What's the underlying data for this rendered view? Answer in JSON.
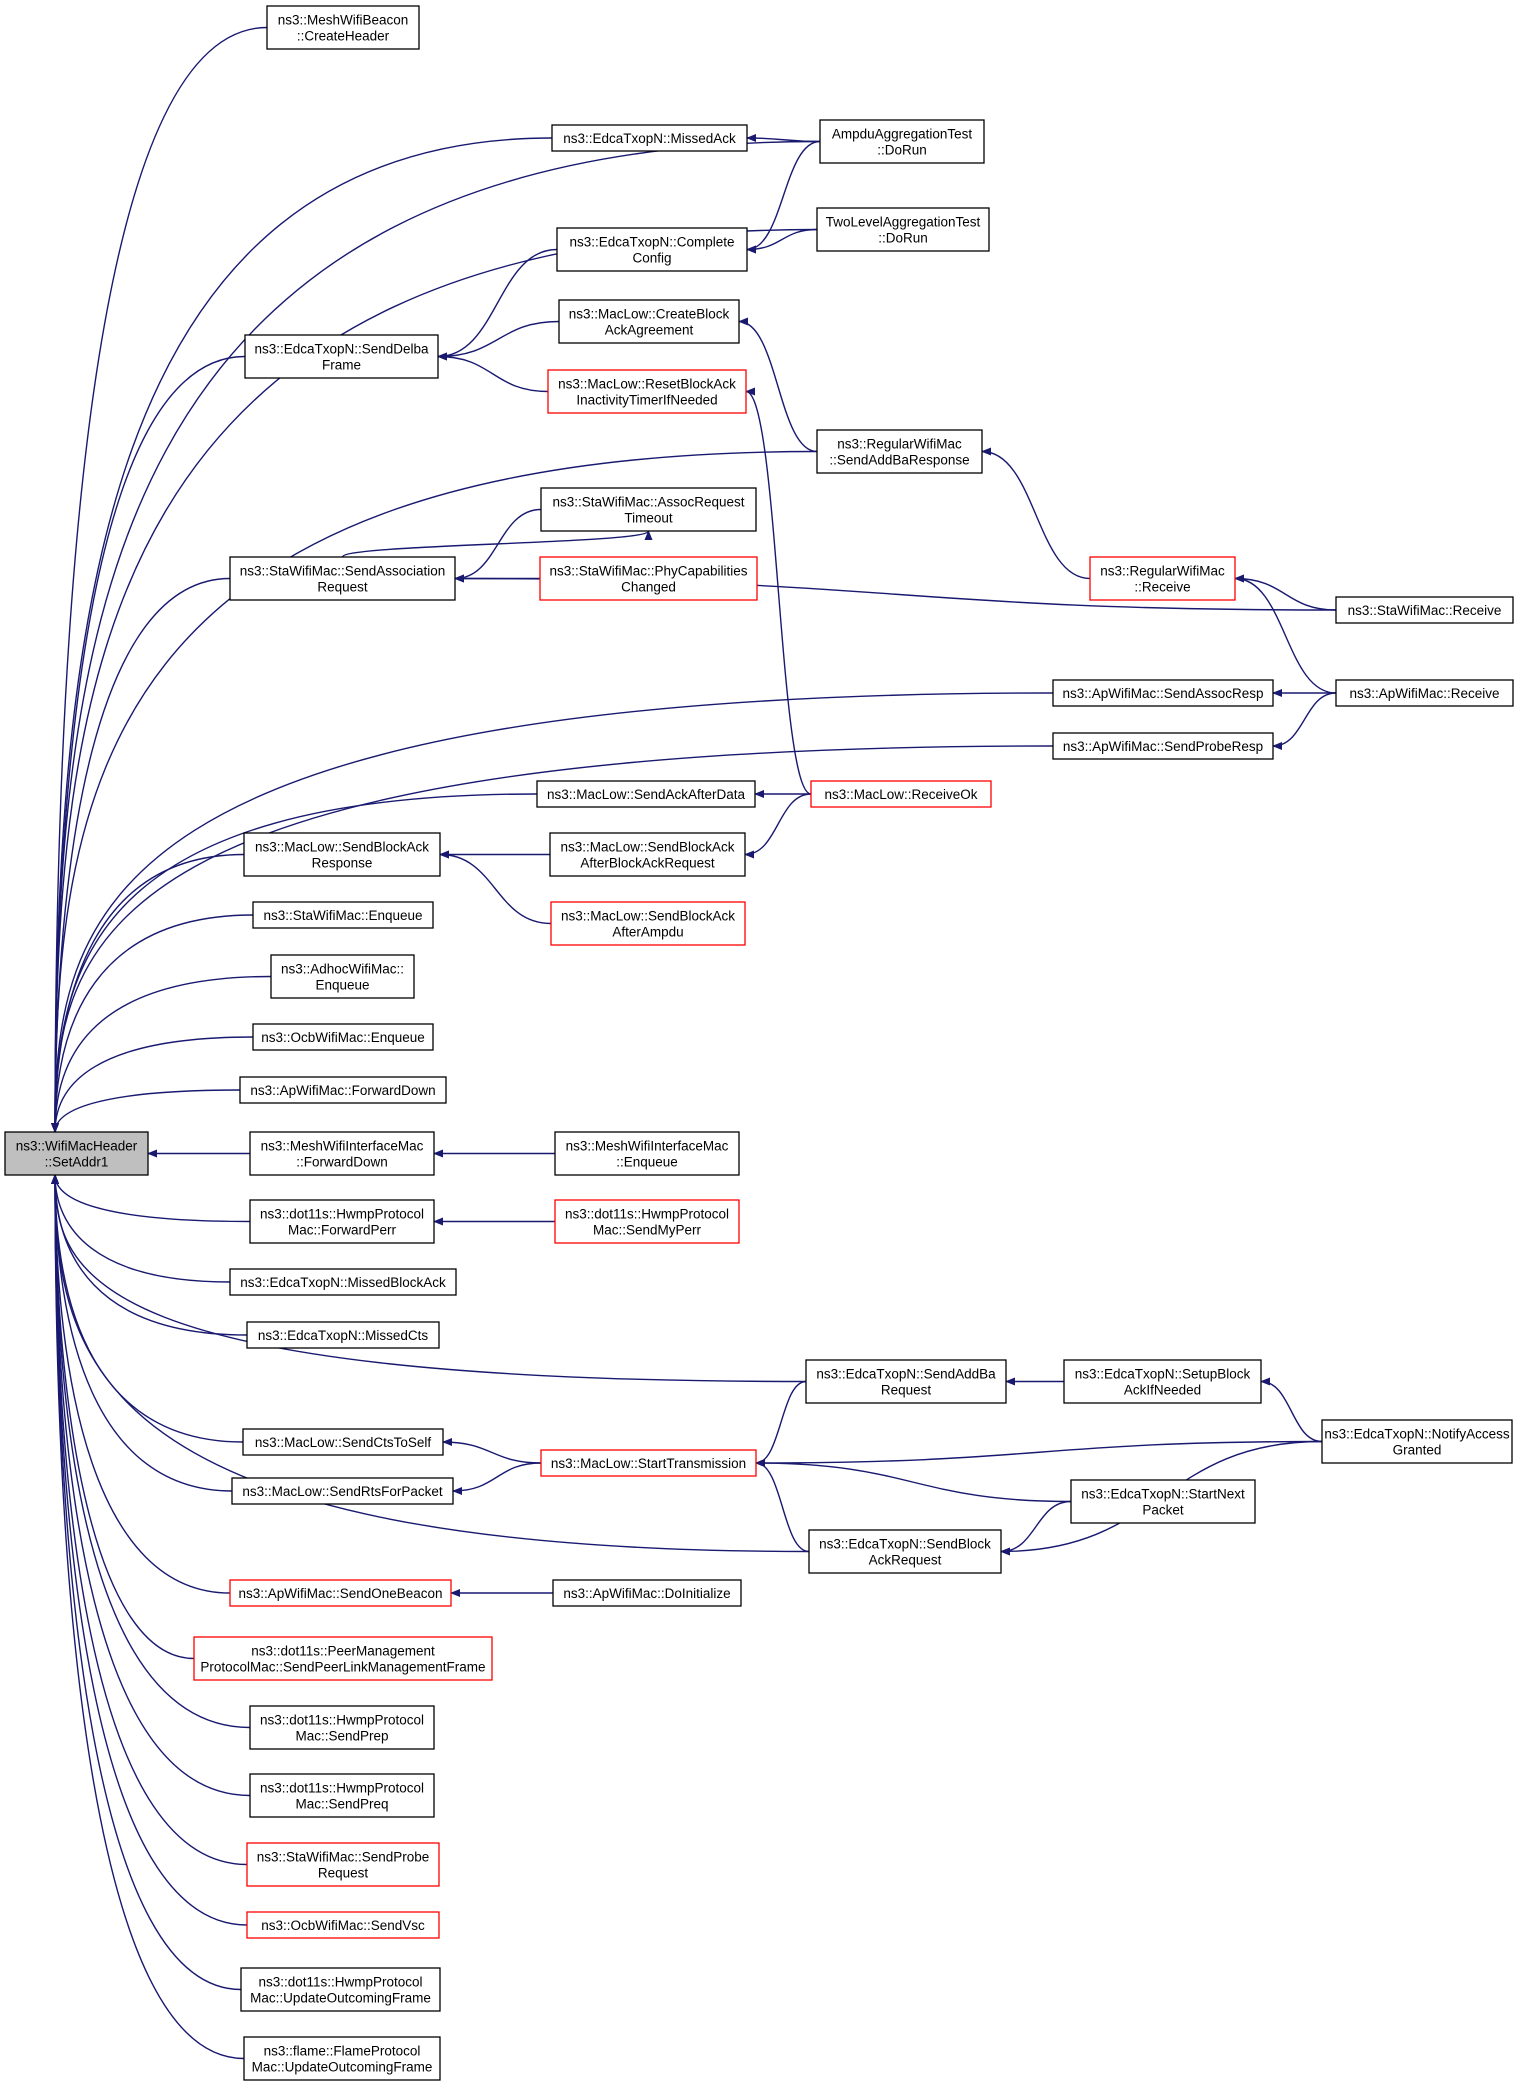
{
  "colors": {
    "edge": "#191970",
    "border_normal": "#000000",
    "border_truncated": "#ff0000",
    "fill_root": "#bfbfbf",
    "fill_normal": "#ffffff"
  },
  "nodes": [
    {
      "id": "root",
      "lines": [
        "ns3::WifiMacHeader",
        "::SetAddr1"
      ],
      "style": "root"
    },
    {
      "id": "n1",
      "lines": [
        "ns3::MeshWifiBeacon",
        "::CreateHeader"
      ],
      "style": "normal"
    },
    {
      "id": "n2",
      "lines": [
        "ns3::EdcaTxopN::MissedAck"
      ],
      "style": "normal"
    },
    {
      "id": "n3",
      "lines": [
        "AmpduAggregationTest",
        "::DoRun"
      ],
      "style": "normal"
    },
    {
      "id": "n4",
      "lines": [
        "ns3::EdcaTxopN::Complete",
        "Config"
      ],
      "style": "normal"
    },
    {
      "id": "n5",
      "lines": [
        "TwoLevelAggregationTest",
        "::DoRun"
      ],
      "style": "normal"
    },
    {
      "id": "n6",
      "lines": [
        "ns3::EdcaTxopN::SendDelba",
        "Frame"
      ],
      "style": "normal"
    },
    {
      "id": "n7",
      "lines": [
        "ns3::MacLow::CreateBlock",
        "AckAgreement"
      ],
      "style": "normal"
    },
    {
      "id": "n8",
      "lines": [
        "ns3::MacLow::ResetBlockAck",
        "InactivityTimerIfNeeded"
      ],
      "style": "truncated"
    },
    {
      "id": "n9",
      "lines": [
        "ns3::RegularWifiMac",
        "::SendAddBaResponse"
      ],
      "style": "normal"
    },
    {
      "id": "n10",
      "lines": [
        "ns3::StaWifiMac::AssocRequest",
        "Timeout"
      ],
      "style": "normal"
    },
    {
      "id": "n11",
      "lines": [
        "ns3::StaWifiMac::SendAssociation",
        "Request"
      ],
      "style": "normal"
    },
    {
      "id": "n12",
      "lines": [
        "ns3::StaWifiMac::PhyCapabilities",
        "Changed"
      ],
      "style": "truncated"
    },
    {
      "id": "n13",
      "lines": [
        "ns3::RegularWifiMac",
        "::Receive"
      ],
      "style": "truncated"
    },
    {
      "id": "n14",
      "lines": [
        "ns3::StaWifiMac::Receive"
      ],
      "style": "normal"
    },
    {
      "id": "n15",
      "lines": [
        "ns3::ApWifiMac::SendAssocResp"
      ],
      "style": "normal"
    },
    {
      "id": "n16",
      "lines": [
        "ns3::ApWifiMac::Receive"
      ],
      "style": "normal"
    },
    {
      "id": "n17",
      "lines": [
        "ns3::ApWifiMac::SendProbeResp"
      ],
      "style": "normal"
    },
    {
      "id": "n18",
      "lines": [
        "ns3::MacLow::SendAckAfterData"
      ],
      "style": "normal"
    },
    {
      "id": "n19",
      "lines": [
        "ns3::MacLow::ReceiveOk"
      ],
      "style": "truncated"
    },
    {
      "id": "n20",
      "lines": [
        "ns3::MacLow::SendBlockAck",
        "Response"
      ],
      "style": "normal"
    },
    {
      "id": "n21",
      "lines": [
        "ns3::MacLow::SendBlockAck",
        "AfterBlockAckRequest"
      ],
      "style": "normal"
    },
    {
      "id": "n22",
      "lines": [
        "ns3::MacLow::SendBlockAck",
        "AfterAmpdu"
      ],
      "style": "truncated"
    },
    {
      "id": "n23",
      "lines": [
        "ns3::StaWifiMac::Enqueue"
      ],
      "style": "normal"
    },
    {
      "id": "n24",
      "lines": [
        "ns3::AdhocWifiMac::",
        "Enqueue"
      ],
      "style": "normal"
    },
    {
      "id": "n25",
      "lines": [
        "ns3::OcbWifiMac::Enqueue"
      ],
      "style": "normal"
    },
    {
      "id": "n26",
      "lines": [
        "ns3::ApWifiMac::ForwardDown"
      ],
      "style": "normal"
    },
    {
      "id": "n27",
      "lines": [
        "ns3::MeshWifiInterfaceMac",
        "::ForwardDown"
      ],
      "style": "normal"
    },
    {
      "id": "n28",
      "lines": [
        "ns3::MeshWifiInterfaceMac",
        "::Enqueue"
      ],
      "style": "normal"
    },
    {
      "id": "n29",
      "lines": [
        "ns3::dot11s::HwmpProtocol",
        "Mac::ForwardPerr"
      ],
      "style": "normal"
    },
    {
      "id": "n30",
      "lines": [
        "ns3::dot11s::HwmpProtocol",
        "Mac::SendMyPerr"
      ],
      "style": "truncated"
    },
    {
      "id": "n31",
      "lines": [
        "ns3::EdcaTxopN::MissedBlockAck"
      ],
      "style": "normal"
    },
    {
      "id": "n32",
      "lines": [
        "ns3::EdcaTxopN::MissedCts"
      ],
      "style": "normal"
    },
    {
      "id": "n33",
      "lines": [
        "ns3::EdcaTxopN::SendAddBa",
        "Request"
      ],
      "style": "normal"
    },
    {
      "id": "n34",
      "lines": [
        "ns3::EdcaTxopN::SetupBlock",
        "AckIfNeeded"
      ],
      "style": "normal"
    },
    {
      "id": "n35",
      "lines": [
        "ns3::EdcaTxopN::NotifyAccess",
        "Granted"
      ],
      "style": "normal"
    },
    {
      "id": "n36",
      "lines": [
        "ns3::MacLow::SendCtsToSelf"
      ],
      "style": "normal"
    },
    {
      "id": "n37",
      "lines": [
        "ns3::MacLow::StartTransmission"
      ],
      "style": "truncated"
    },
    {
      "id": "n38",
      "lines": [
        "ns3::MacLow::SendRtsForPacket"
      ],
      "style": "normal"
    },
    {
      "id": "n39",
      "lines": [
        "ns3::EdcaTxopN::StartNext",
        "Packet"
      ],
      "style": "normal"
    },
    {
      "id": "n40",
      "lines": [
        "ns3::EdcaTxopN::SendBlock",
        "AckRequest"
      ],
      "style": "normal"
    },
    {
      "id": "n41",
      "lines": [
        "ns3::ApWifiMac::SendOneBeacon"
      ],
      "style": "truncated"
    },
    {
      "id": "n42",
      "lines": [
        "ns3::ApWifiMac::DoInitialize"
      ],
      "style": "normal"
    },
    {
      "id": "n43",
      "lines": [
        "ns3::dot11s::PeerManagement",
        "ProtocolMac::SendPeerLinkManagementFrame"
      ],
      "style": "truncated"
    },
    {
      "id": "n44",
      "lines": [
        "ns3::dot11s::HwmpProtocol",
        "Mac::SendPrep"
      ],
      "style": "normal"
    },
    {
      "id": "n45",
      "lines": [
        "ns3::dot11s::HwmpProtocol",
        "Mac::SendPreq"
      ],
      "style": "normal"
    },
    {
      "id": "n46",
      "lines": [
        "ns3::StaWifiMac::SendProbe",
        "Request"
      ],
      "style": "truncated"
    },
    {
      "id": "n47",
      "lines": [
        "ns3::OcbWifiMac::SendVsc"
      ],
      "style": "truncated"
    },
    {
      "id": "n48",
      "lines": [
        "ns3::dot11s::HwmpProtocol",
        "Mac::UpdateOutcomingFrame"
      ],
      "style": "normal"
    },
    {
      "id": "n49",
      "lines": [
        "ns3::flame::FlameProtocol",
        "Mac::UpdateOutcomingFrame"
      ],
      "style": "normal"
    }
  ],
  "edges": [
    {
      "from": "n1",
      "to": "root"
    },
    {
      "from": "n2",
      "to": "root"
    },
    {
      "from": "n3",
      "to": "root"
    },
    {
      "from": "n3",
      "to": "n2"
    },
    {
      "from": "n3",
      "to": "n4"
    },
    {
      "from": "n5",
      "to": "root"
    },
    {
      "from": "n5",
      "to": "n4"
    },
    {
      "from": "n6",
      "to": "root"
    },
    {
      "from": "n4",
      "to": "n6"
    },
    {
      "from": "n7",
      "to": "n6"
    },
    {
      "from": "n8",
      "to": "n6"
    },
    {
      "from": "n9",
      "to": "n7"
    },
    {
      "from": "n19",
      "to": "n8"
    },
    {
      "from": "n9",
      "to": "root"
    },
    {
      "from": "n13",
      "to": "n9"
    },
    {
      "from": "n14",
      "to": "n13"
    },
    {
      "from": "n16",
      "to": "n13"
    },
    {
      "from": "n11",
      "to": "root"
    },
    {
      "from": "n10",
      "to": "n11"
    },
    {
      "from": "n11",
      "to": "n10"
    },
    {
      "from": "n12",
      "to": "n11"
    },
    {
      "from": "n14",
      "to": "n11"
    },
    {
      "from": "n15",
      "to": "root"
    },
    {
      "from": "n16",
      "to": "n15"
    },
    {
      "from": "n17",
      "to": "root"
    },
    {
      "from": "n16",
      "to": "n17"
    },
    {
      "from": "n18",
      "to": "root"
    },
    {
      "from": "n19",
      "to": "n18"
    },
    {
      "from": "n20",
      "to": "root"
    },
    {
      "from": "n21",
      "to": "n20"
    },
    {
      "from": "n22",
      "to": "n20"
    },
    {
      "from": "n19",
      "to": "n21"
    },
    {
      "from": "n23",
      "to": "root"
    },
    {
      "from": "n24",
      "to": "root"
    },
    {
      "from": "n25",
      "to": "root"
    },
    {
      "from": "n26",
      "to": "root"
    },
    {
      "from": "n27",
      "to": "root"
    },
    {
      "from": "n28",
      "to": "n27"
    },
    {
      "from": "n29",
      "to": "root"
    },
    {
      "from": "n30",
      "to": "n29"
    },
    {
      "from": "n31",
      "to": "root"
    },
    {
      "from": "n32",
      "to": "root"
    },
    {
      "from": "n33",
      "to": "root"
    },
    {
      "from": "n34",
      "to": "n33"
    },
    {
      "from": "n35",
      "to": "n34"
    },
    {
      "from": "n36",
      "to": "root"
    },
    {
      "from": "n37",
      "to": "n36"
    },
    {
      "from": "n38",
      "to": "root"
    },
    {
      "from": "n37",
      "to": "n38"
    },
    {
      "from": "n33",
      "to": "n37"
    },
    {
      "from": "n35",
      "to": "n37"
    },
    {
      "from": "n39",
      "to": "n37"
    },
    {
      "from": "n40",
      "to": "n37"
    },
    {
      "from": "n40",
      "to": "root"
    },
    {
      "from": "n39",
      "to": "n40"
    },
    {
      "from": "n35",
      "to": "n40"
    },
    {
      "from": "n41",
      "to": "root"
    },
    {
      "from": "n42",
      "to": "n41"
    },
    {
      "from": "n43",
      "to": "root"
    },
    {
      "from": "n44",
      "to": "root"
    },
    {
      "from": "n45",
      "to": "root"
    },
    {
      "from": "n46",
      "to": "root"
    },
    {
      "from": "n47",
      "to": "root"
    },
    {
      "from": "n48",
      "to": "root"
    },
    {
      "from": "n49",
      "to": "root"
    }
  ]
}
